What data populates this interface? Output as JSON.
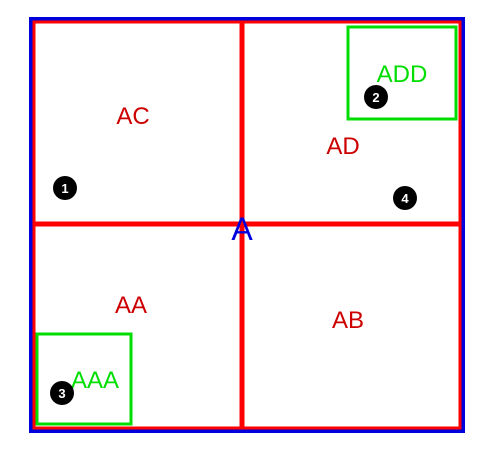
{
  "colors": {
    "outer_border": "#0000dd",
    "quadrant_lines": "#ff0000",
    "quadrant_labels": "#cc0000",
    "sub_boxes": "#00dd00",
    "root_label": "#0000dd",
    "markers": "#000000",
    "marker_text": "#ffffff",
    "background": "#ffffff"
  },
  "diagram": {
    "root_label": "A",
    "quadrants": {
      "top_left": "AC",
      "top_right": "AD",
      "bottom_left": "AA",
      "bottom_right": "AB"
    },
    "sub_boxes": {
      "top_right_inner": "ADD",
      "bottom_left_inner": "AAA"
    },
    "markers": [
      "1",
      "2",
      "3",
      "4"
    ]
  }
}
